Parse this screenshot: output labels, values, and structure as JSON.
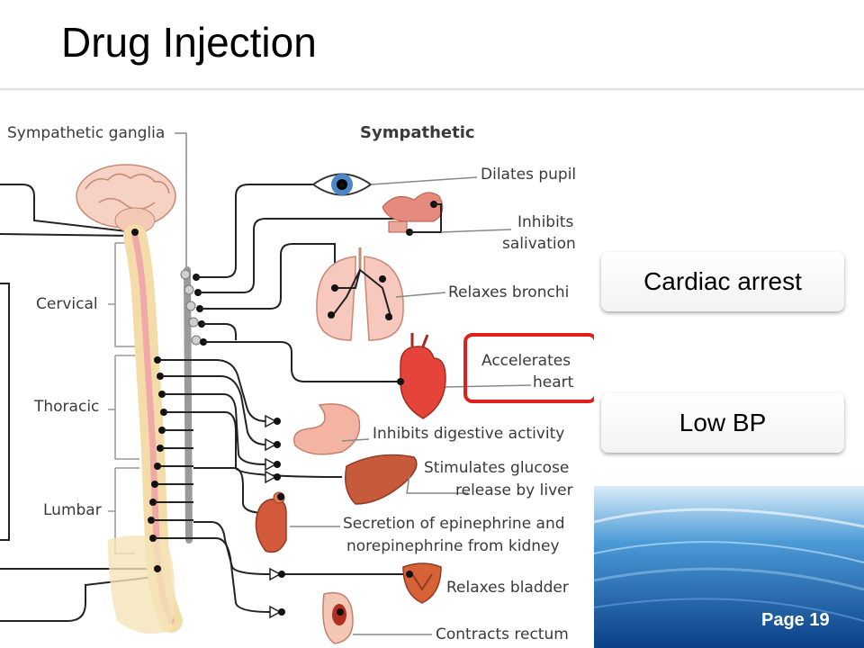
{
  "slide": {
    "title": "Drug Injection",
    "page_label": "Page 19"
  },
  "diagram": {
    "header": "Sympathetic",
    "ganglia_label": "Sympathetic ganglia",
    "regions": [
      "Cervical",
      "Thoracic",
      "Lumbar"
    ],
    "effects": {
      "pupil": "Dilates pupil",
      "salivation_1": "Inhibits",
      "salivation_2": "salivation",
      "bronchi": "Relaxes bronchi",
      "heart_1": "Accelerates",
      "heart_2": "heart",
      "digestive": "Inhibits digestive activity",
      "glucose_1": "Stimulates glucose",
      "glucose_2": "release by liver",
      "kidney_1": "Secretion of epinephrine and",
      "kidney_2": "norepinephrine from kidney",
      "bladder": "Relaxes bladder",
      "rectum": "Contracts rectum"
    },
    "highlight_color": "#e0201c"
  },
  "cards": [
    {
      "label": "Cardiac arrest"
    },
    {
      "label": "Low BP"
    }
  ]
}
